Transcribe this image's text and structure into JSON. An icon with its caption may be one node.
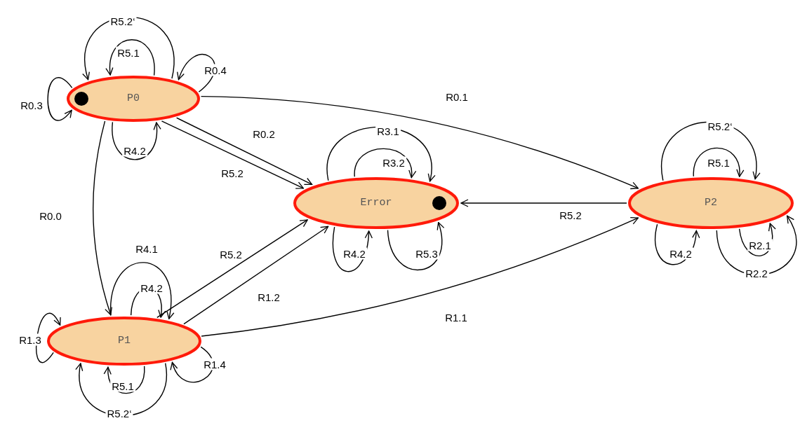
{
  "diagram": {
    "nodes": [
      {
        "text": [
          "P0"
        ]
      },
      {
        "text": [
          "Error"
        ]
      },
      {
        "text": [
          "P2"
        ]
      },
      {
        "text": [
          "P1"
        ]
      }
    ],
    "edges": [
      {
        "from": 0,
        "to": 0,
        "arrow": "to",
        "label": "R5.2‘"
      },
      {
        "from": 0,
        "to": 0,
        "arrow": "to",
        "label": "R5.1"
      },
      {
        "from": 0,
        "to": 0,
        "arrow": "to",
        "label": "R0.4"
      },
      {
        "from": 0,
        "to": 0,
        "arrow": "to",
        "label": "R0.3"
      },
      {
        "from": 0,
        "to": 0,
        "arrow": "to",
        "label": "R4.2"
      },
      {
        "from": 0,
        "to": 3,
        "arrow": "to",
        "label": "R0.0"
      },
      {
        "from": 0,
        "to": 1,
        "arrow": "to",
        "label": "R0.2"
      },
      {
        "from": 0,
        "to": 1,
        "arrow": "to",
        "label": "R5.2"
      },
      {
        "from": 0,
        "to": 2,
        "arrow": "to",
        "label": "R0.1"
      },
      {
        "from": 1,
        "to": 1,
        "arrow": "to",
        "label": "R3.1"
      },
      {
        "from": 1,
        "to": 1,
        "arrow": "to",
        "label": "R3.2"
      },
      {
        "from": 1,
        "to": 1,
        "arrow": "to",
        "label": "R4.2"
      },
      {
        "from": 1,
        "to": 1,
        "arrow": "to",
        "label": "R5.3"
      },
      {
        "from": 2,
        "to": 1,
        "arrow": "to",
        "label": "R5.2"
      },
      {
        "from": 2,
        "to": 2,
        "arrow": "to",
        "label": "R5.2‘"
      },
      {
        "from": 2,
        "to": 2,
        "arrow": "to",
        "label": "R5.1"
      },
      {
        "from": 2,
        "to": 2,
        "arrow": "to",
        "label": "R4.2"
      },
      {
        "from": 2,
        "to": 2,
        "arrow": "to",
        "label": "R2.1"
      },
      {
        "from": 2,
        "to": 2,
        "arrow": "to",
        "label": "R2.2"
      },
      {
        "from": 3,
        "to": 3,
        "arrow": "to",
        "label": "R4.1"
      },
      {
        "from": 3,
        "to": 3,
        "arrow": "to",
        "label": "R4.2"
      },
      {
        "from": 3,
        "to": 3,
        "arrow": "to",
        "label": "R1.3"
      },
      {
        "from": 3,
        "to": 3,
        "arrow": "to",
        "label": "R1.4"
      },
      {
        "from": 3,
        "to": 3,
        "arrow": "to",
        "label": "R5.1"
      },
      {
        "from": 3,
        "to": 3,
        "arrow": "to",
        "label": "R5.2‘"
      },
      {
        "from": 3,
        "to": 1,
        "arrow": "to",
        "label": "R5.2"
      },
      {
        "from": 3,
        "to": 1,
        "arrow": "to",
        "label": "R1.2"
      },
      {
        "from": 3,
        "to": 2,
        "arrow": "to",
        "label": "R1.1"
      }
    ]
  }
}
